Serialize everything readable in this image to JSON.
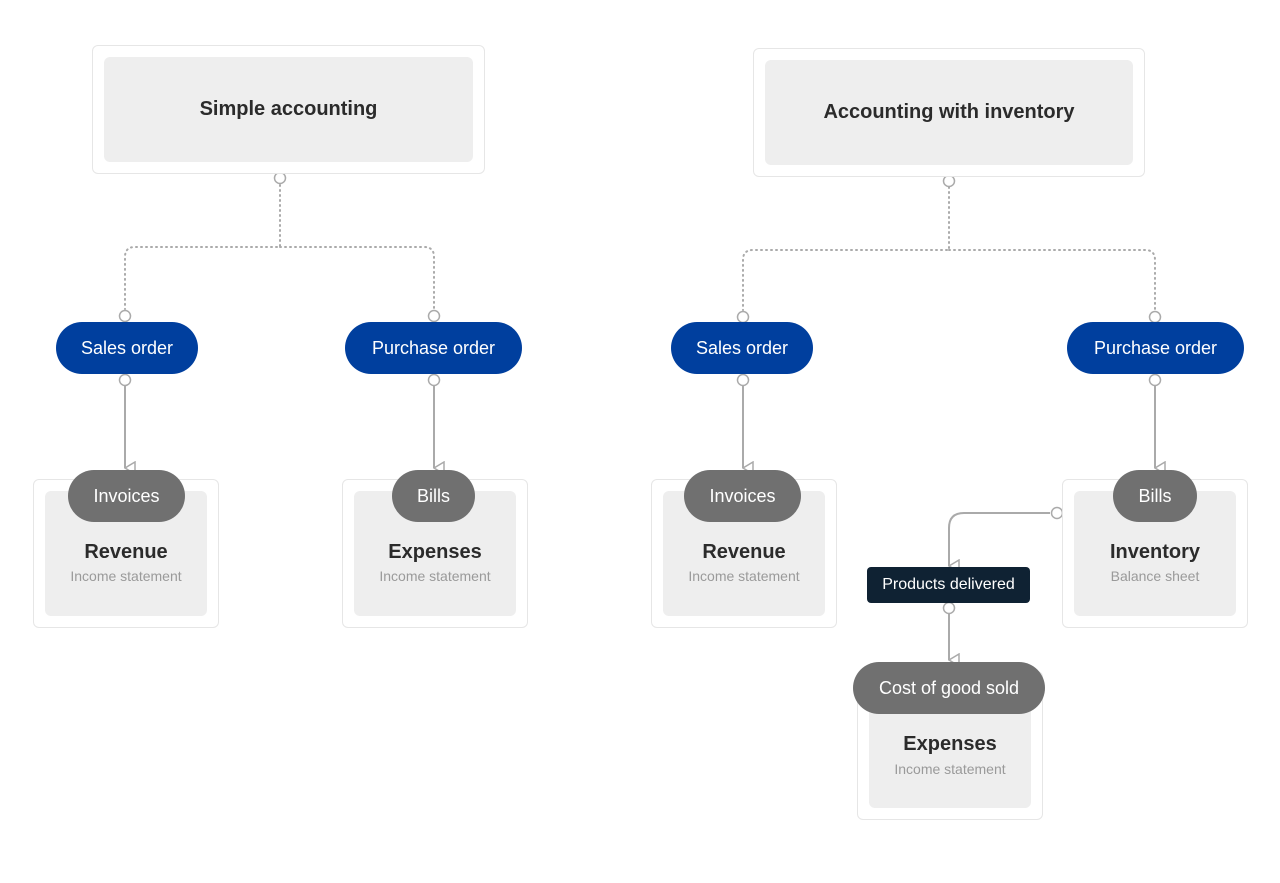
{
  "simple": {
    "title": "Simple accounting",
    "left_trigger": "Sales order",
    "right_trigger": "Purchase order",
    "left_doc": "Invoices",
    "right_doc": "Bills",
    "left_account": {
      "name": "Revenue",
      "statement": "Income statement"
    },
    "right_account": {
      "name": "Expenses",
      "statement": "Income statement"
    }
  },
  "inventory": {
    "title": "Accounting with inventory",
    "left_trigger": "Sales order",
    "right_trigger": "Purchase order",
    "left_doc": "Invoices",
    "right_doc": "Bills",
    "left_account": {
      "name": "Revenue",
      "statement": "Income statement"
    },
    "right_account": {
      "name": "Inventory",
      "statement": "Balance sheet"
    },
    "event": "Products delivered",
    "cogs_doc": "Cost of good sold",
    "cogs_account": {
      "name": "Expenses",
      "statement": "Income statement"
    }
  },
  "colors": {
    "trigger": "#003f9e",
    "document": "#707070",
    "event": "#0f2233",
    "connector": "#aaaaaa"
  }
}
